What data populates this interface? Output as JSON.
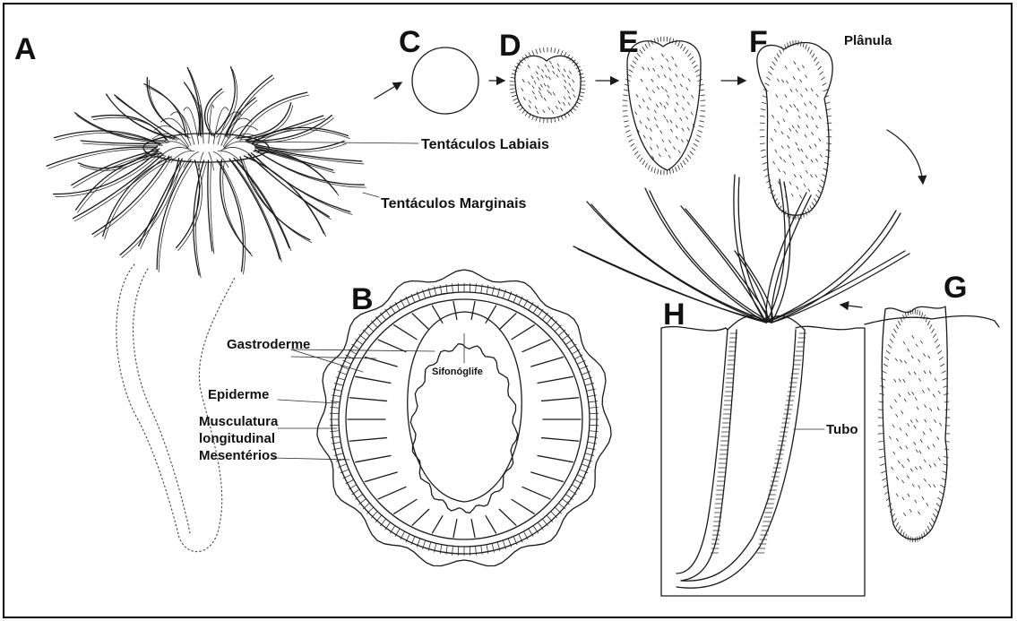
{
  "panels": {
    "a": "A",
    "b": "B",
    "c": "C",
    "d": "D",
    "e": "E",
    "f": "F",
    "g": "G",
    "h": "H"
  },
  "labels": {
    "planula": "Plânula",
    "tentaculos_labiais": "Tentáculos Labiais",
    "tentaculos_marginais": "Tentáculos Marginais",
    "gastroderme": "Gastroderme",
    "sifonoglife": "Sifonóglife",
    "epiderme": "Epiderme",
    "musculatura": "Musculatura",
    "longitudinal": "longitudinal",
    "mesenterios": "Mesentérios",
    "tubo": "Tubo"
  },
  "colors": {
    "ink": "#1a1a1a",
    "background": "#ffffff",
    "border": "#000000"
  }
}
